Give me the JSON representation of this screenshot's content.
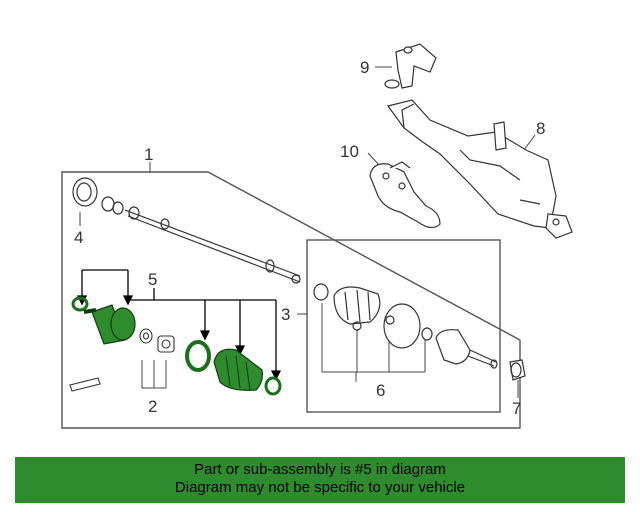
{
  "callouts": {
    "c1": "1",
    "c2": "2",
    "c3": "3",
    "c4": "4",
    "c5": "5",
    "c6": "6",
    "c7": "7",
    "c8": "8",
    "c9": "9",
    "c10": "10"
  },
  "highlight_color": "#2e8b2e",
  "banner": {
    "line1": "Part or sub-assembly is #5 in diagram",
    "line2": "Diagram may not be specific to your vehicle"
  }
}
